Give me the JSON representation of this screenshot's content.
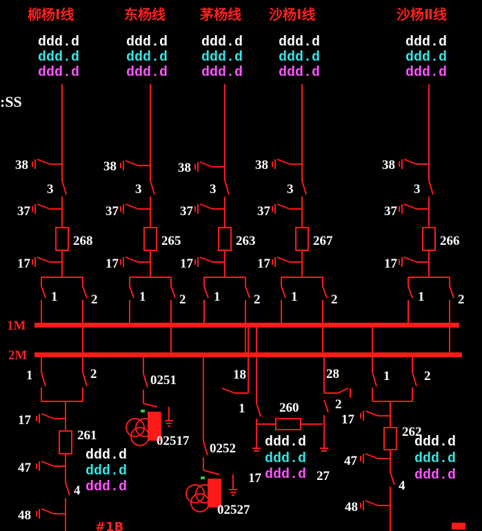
{
  "colors": {
    "line": "#ff1a1a",
    "text": "#ffffff",
    "meas1": "#ffffff",
    "meas2": "#33e6e6",
    "meas3": "#ff55ff",
    "bg": "#000000"
  },
  "feeders": [
    {
      "title": "柳杨Ⅰ线",
      "meas": [
        "ddd.d",
        "ddd.d",
        "ddd.d"
      ],
      "sw38": "38",
      "sw3": "3",
      "sw37": "37",
      "breaker": "268",
      "sw17": "17",
      "sw1": "1",
      "sw2": "2"
    },
    {
      "title": "东杨线",
      "meas": [
        "ddd.d",
        "ddd.d",
        "ddd.d"
      ],
      "sw38": "38",
      "sw3": "3",
      "sw37": "37",
      "breaker": "265",
      "sw17": "17",
      "sw1": "1",
      "sw2": "2"
    },
    {
      "title": "茅杨线",
      "meas": [
        "ddd.d",
        "ddd.d",
        "ddd.d"
      ],
      "sw38": "38",
      "sw3": "3",
      "sw37": "37",
      "breaker": "263",
      "sw17": "17",
      "sw1": "1",
      "sw2": "2"
    },
    {
      "title": "沙杨Ⅰ线",
      "meas": [
        "ddd.d",
        "ddd.d",
        "ddd.d"
      ],
      "sw38": "38",
      "sw3": "3",
      "sw37": "37",
      "breaker": "267",
      "sw17": "17",
      "sw1": "1",
      "sw2": "2"
    },
    {
      "title": "沙杨Ⅱ线",
      "meas": [
        "ddd.d",
        "ddd.d",
        "ddd.d"
      ],
      "sw38": "38",
      "sw3": "3",
      "sw37": "37",
      "breaker": "266",
      "sw17": "17",
      "sw1": "1",
      "sw2": "2"
    }
  ],
  "side_label": ":SS",
  "buses": {
    "bus1": "1M",
    "bus2": "2M"
  },
  "transformer_bay_261": {
    "sw1": "1",
    "sw2": "2",
    "sw17": "17",
    "breaker": "261",
    "sw47": "47",
    "sw4": "4",
    "sw48": "48",
    "meas": [
      "ddd.d",
      "ddd.d",
      "ddd.d"
    ]
  },
  "pt_1": {
    "sw": "0251",
    "ground": "02517"
  },
  "pt_2": {
    "sw": "0252",
    "ground": "02527"
  },
  "bus_coupler": {
    "sw18": "18",
    "sw1": "1",
    "breaker": "260",
    "sw28": "28",
    "sw2": "2",
    "sw17": "17",
    "sw27": "27",
    "meas": [
      "ddd.d",
      "ddd.d",
      "ddd.d"
    ]
  },
  "transformer_bay_262": {
    "sw1": "1",
    "sw2": "2",
    "sw17": "17",
    "breaker": "262",
    "sw47": "47",
    "sw4": "4",
    "sw48": "48",
    "meas": [
      "ddd.d",
      "ddd.d",
      "ddd.d"
    ]
  },
  "bottom_label": "#1B"
}
